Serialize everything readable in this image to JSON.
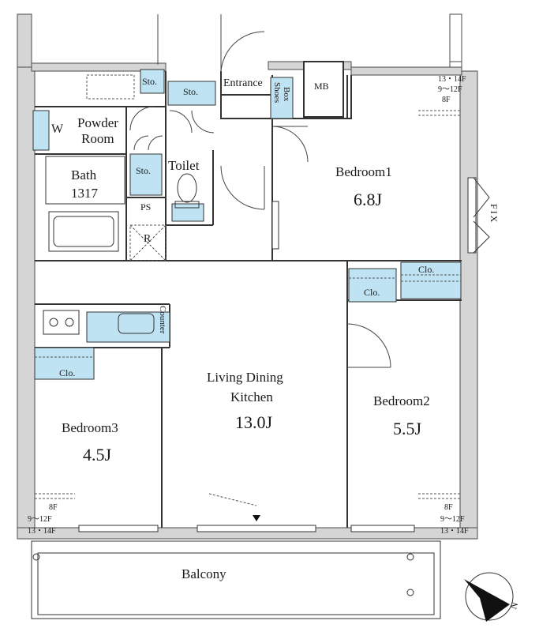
{
  "rooms": {
    "bedroom1": {
      "name": "Bedroom1",
      "size": "6.8J"
    },
    "bedroom2": {
      "name": "Bedroom2",
      "size": "5.5J"
    },
    "bedroom3": {
      "name": "Bedroom3",
      "size": "4.5J"
    },
    "ldk": {
      "name_line1": "Living Dining",
      "name_line2": "Kitchen",
      "size": "13.0J"
    },
    "bath": {
      "name": "Bath",
      "size": "1317"
    },
    "powder_room": {
      "line1": "Powder",
      "line2": "Room"
    },
    "toilet": {
      "name": "Toilet"
    },
    "entrance": {
      "name": "Entrance"
    },
    "balcony": {
      "name": "Balcony"
    }
  },
  "fixtures": {
    "sto": "Sto.",
    "clo": "Clo.",
    "shoes_box_line1": "Shoes",
    "shoes_box_line2": "Box",
    "mb": "MB",
    "ps": "PS",
    "r": "R",
    "w": "W",
    "counter": "Counter",
    "fix": "FIX"
  },
  "floor_notes": {
    "line1": "13・14F",
    "line2": "9～12F",
    "line3": "8F"
  },
  "compass": {
    "label": "N"
  }
}
